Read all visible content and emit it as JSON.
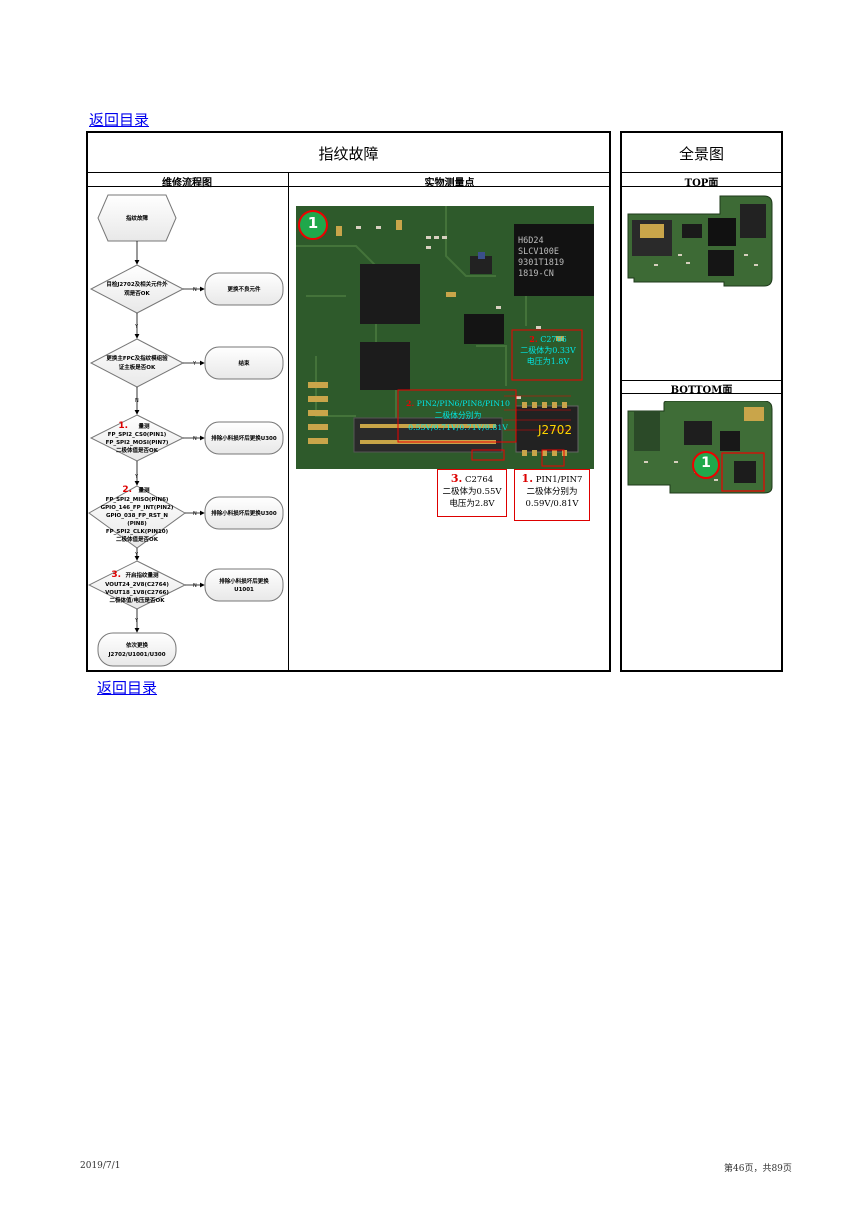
{
  "nav": {
    "back_top": "返回目录",
    "back_bottom": "返回目录"
  },
  "header": {
    "main_title": "指纹故障",
    "panorama_title": "全景图",
    "flow_col": "维修流程图",
    "measure_col": "实物测量点",
    "top_label": "TOP面",
    "bottom_label": "BOTTOM面"
  },
  "flowchart": {
    "start": "指纹故障",
    "d1": [
      "目检J2702及相关元件外",
      "观是否OK"
    ],
    "a1": "更换不良元件",
    "d2": [
      "更换主FPC及指纹模组验",
      "证主板是否OK"
    ],
    "a2": "结束",
    "d3_num": "1.",
    "d3": [
      "量测",
      "FP_SPI2_CS0(PIN1)",
      "FP_SPI2_MOSI(PIN7)",
      "二极体值是否OK"
    ],
    "a3": "排除小料损坏后更换U300",
    "d4_num": "2.",
    "d4": [
      "量测",
      "FP_SPI2_MISO(PIN6)",
      "GPIO_146_FP_INT(PIN2)",
      "GPIO_038_FP_RST_N",
      "(PIN8)",
      "FP_SPI2_CLK(PIN10)",
      "二极体值是否OK"
    ],
    "a4": "排除小料损坏后更换U300",
    "d5_num": "3.",
    "d5": [
      "开启指纹量测",
      "VOUT24_2V8(C2764)",
      "VOUT18_1V8(C2766)",
      "二极体值/电压是否OK"
    ],
    "a5": [
      "排除小料损坏后更换",
      "U1001"
    ],
    "end": [
      "依次更换",
      "J2702/U1001/U300"
    ],
    "yes": "Y",
    "no": "N"
  },
  "photo": {
    "marker": "1",
    "connector_label": "J2702",
    "chip_text": [
      "H6D24",
      "SLCV100E",
      "9301T1819",
      "1819-CN"
    ],
    "c2766_num": "2.",
    "c2766": [
      "C2766",
      "二极体为0.33V",
      "电压为1.8V"
    ],
    "pins_num": "2.",
    "pins": [
      "PIN2/PIN6/PIN8/PIN10",
      "二极体分别为",
      "0.55V/0.71V/0.71V/0.81V"
    ]
  },
  "notes": {
    "n3_num": "3.",
    "n3": [
      "C2764",
      "二极体为0.55V",
      "电压为2.8V"
    ],
    "n1_num": "1.",
    "n1": [
      "PIN1/PIN7",
      "二极体分别为",
      "0.59V/0.81V"
    ]
  },
  "panorama": {
    "bottom_marker": "1"
  },
  "footer": {
    "date": "2019/7/1",
    "page": "第46页，共89页"
  }
}
